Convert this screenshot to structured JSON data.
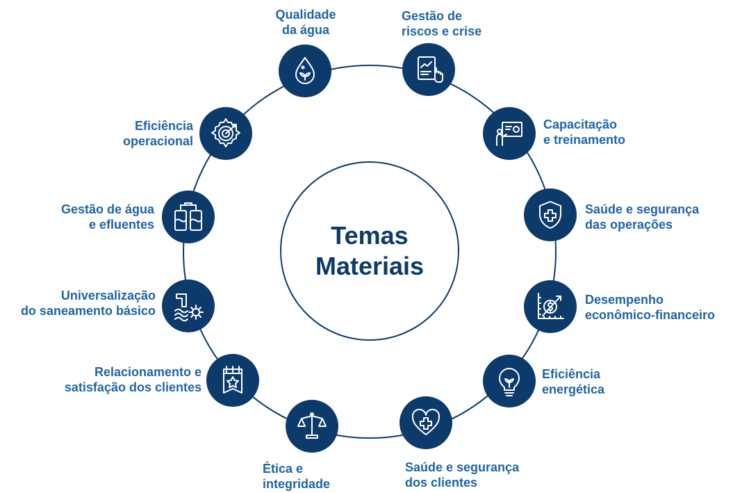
{
  "center": {
    "title": "Temas\nMateriais"
  },
  "colors": {
    "navy": "#0c3a6b",
    "label_blue": "#1f64a6"
  },
  "topics": [
    {
      "id": "qualidade-agua",
      "label": "Qualidade\nda água",
      "icon": "water-drop-leaf-icon"
    },
    {
      "id": "gestao-riscos",
      "label": "Gestão de\nriscos e crise",
      "icon": "risk-report-chart-icon"
    },
    {
      "id": "capacitacao",
      "label": "Capacitação\ne treinamento",
      "icon": "presenter-board-icon"
    },
    {
      "id": "saude-seguranca-operacoes",
      "label": "Saúde e segurança\ndas operações",
      "icon": "shield-cross-icon"
    },
    {
      "id": "desempenho",
      "label": "Desempenho\neconômico-financeiro",
      "icon": "dollar-growth-chart-icon"
    },
    {
      "id": "eficiencia-energetica",
      "label": "Eficiência\nenergética",
      "icon": "lightbulb-leaf-icon"
    },
    {
      "id": "saude-seguranca-clientes",
      "label": "Saúde e segurança\ndos clientes",
      "icon": "heart-cross-icon"
    },
    {
      "id": "etica",
      "label": "Ética e\nintegridade",
      "icon": "balance-scale-icon"
    },
    {
      "id": "relacionamento",
      "label": "Relacionamento e\nsatisfação dos clientes",
      "icon": "calendar-star-icon"
    },
    {
      "id": "universalizacao",
      "label": "Universalização\ndo saneamento básico",
      "icon": "water-pipe-gear-icon"
    },
    {
      "id": "gestao-agua-efluentes",
      "label": "Gestão de água\ne efluentes",
      "icon": "water-tanks-icon"
    },
    {
      "id": "eficiencia-operacional",
      "label": "Eficiência\noperacional",
      "icon": "gear-target-icon"
    }
  ]
}
